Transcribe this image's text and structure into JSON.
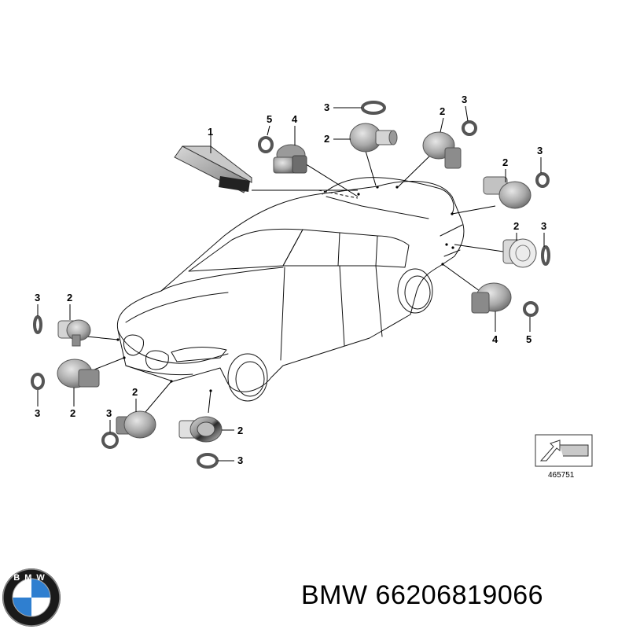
{
  "diagram": {
    "callouts": [
      "1",
      "2",
      "3",
      "4",
      "5"
    ],
    "reference_number": "465751"
  },
  "logo": {
    "text": "BMW"
  },
  "caption": {
    "brand": "BMW",
    "part_number": "66206819066"
  }
}
